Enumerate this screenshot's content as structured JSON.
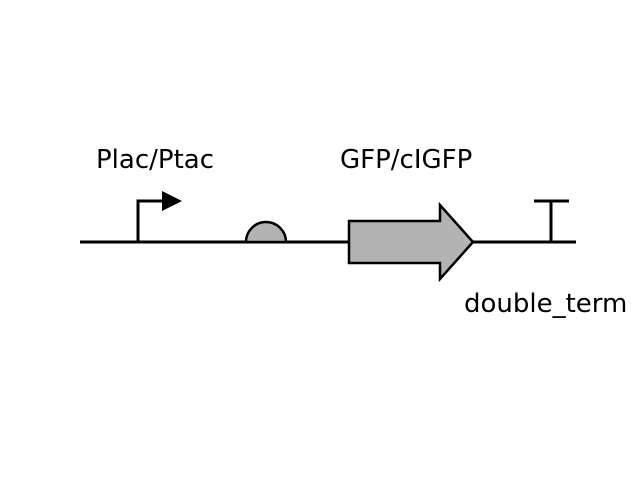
{
  "labels": {
    "promoter": "Plac/Ptac",
    "cds": "GFP/cIGFP",
    "terminator": "double_term"
  },
  "colors": {
    "line": "#000000",
    "fill": "#b3b3b3",
    "background": "#ffffff"
  },
  "parts": [
    {
      "kind": "promoter",
      "icon": "promoter-arrow-icon"
    },
    {
      "kind": "rbs",
      "icon": "rbs-semicircle-icon"
    },
    {
      "kind": "cds",
      "icon": "cds-block-arrow-icon"
    },
    {
      "kind": "terminator",
      "icon": "terminator-t-icon"
    }
  ]
}
